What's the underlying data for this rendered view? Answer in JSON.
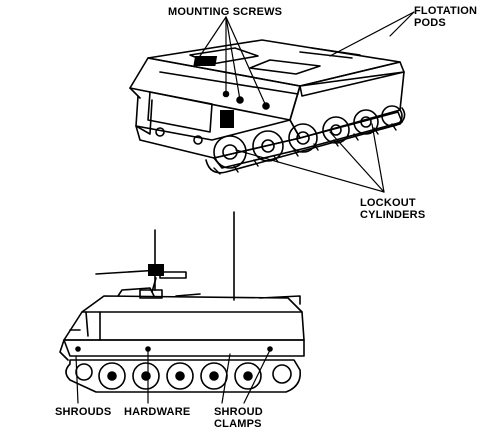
{
  "labels": {
    "mounting_screws": "MOUNTING SCREWS",
    "flotation_line1": "FLOTATION",
    "flotation_line2": "PODS",
    "lockout_line1": "LOCKOUT",
    "lockout_line2": "CYLINDERS",
    "shrouds": "SHROUDS",
    "hardware": "HARDWARE",
    "clamps_line1": "SHROUD",
    "clamps_line2": "CLAMPS"
  }
}
